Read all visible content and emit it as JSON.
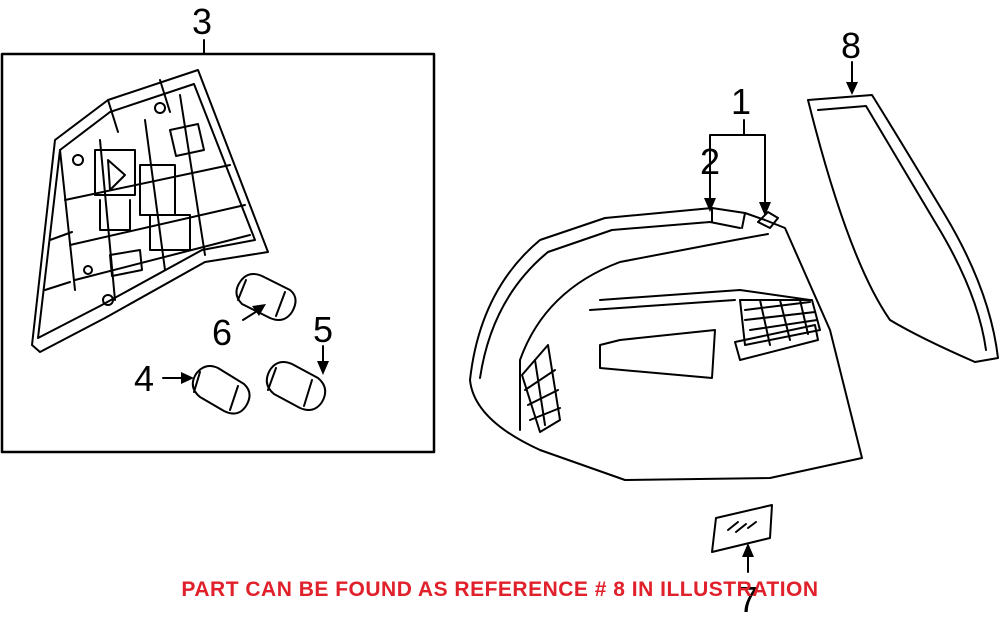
{
  "diagram": {
    "callouts": {
      "c1": "1",
      "c2": "2",
      "c3": "3",
      "c4": "4",
      "c5": "5",
      "c6": "6",
      "c7": "7",
      "c8": "8"
    },
    "caption": "PART CAN BE FOUND AS REFERENCE # 8 IN ILLUSTRATION",
    "colors": {
      "line": "#000000",
      "caption": "#e0202a",
      "background": "#ffffff"
    }
  }
}
